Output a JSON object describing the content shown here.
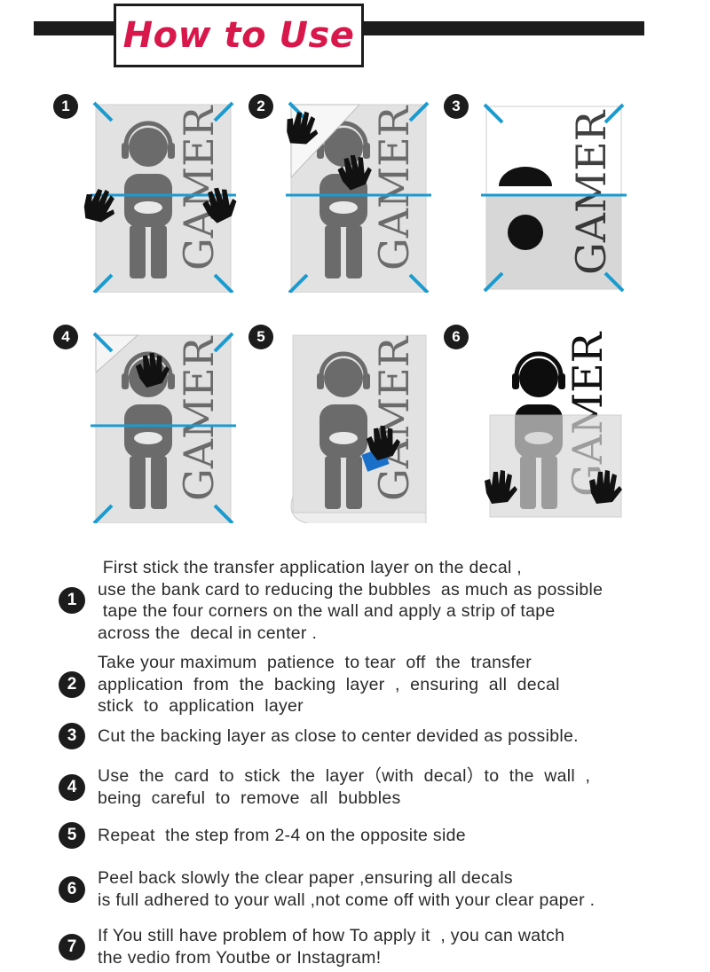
{
  "header": {
    "title": "How to Use"
  },
  "steps": [
    {
      "number": "1",
      "decal_text": "GAMER"
    },
    {
      "number": "2",
      "decal_text": "GAMER"
    },
    {
      "number": "3",
      "decal_text": "GAMER"
    },
    {
      "number": "4",
      "decal_text": "GAMER"
    },
    {
      "number": "5",
      "decal_text": "GAMER"
    },
    {
      "number": "6",
      "decal_text": "GAMER"
    }
  ],
  "instructions": [
    {
      "number": "1",
      "text": " First stick the transfer application layer on the decal ,\nuse the bank card to reducing the bubbles  as much as possible\n tape the four corners on the wall and apply a strip of tape\nacross the  decal in center ."
    },
    {
      "number": "2",
      "text": "Take your maximum  patience  to tear  off  the  transfer\napplication  from  the  backing  layer  ,  ensuring  all  decal\nstick  to  application  layer"
    },
    {
      "number": "3",
      "text": "Cut the backing layer as close to center devided as possible."
    },
    {
      "number": "4",
      "text": "Use  the  card  to  stick  the  layer（with  decal）to  the  wall  ,\nbeing  careful  to  remove  all  bubbles"
    },
    {
      "number": "5",
      "text": "Repeat  the step from 2-4 on the opposite side"
    },
    {
      "number": "6",
      "text": "Peel back slowly the clear paper ,ensuring all decals\nis full adhered to your wall ,not come off with your clear paper ."
    },
    {
      "number": "7",
      "text": "If You still have problem of how To apply it  , you can watch\nthe vedio from Youtbe or Instagram!"
    }
  ],
  "colors": {
    "title": "#d8174b",
    "tape": "#1a9bd0",
    "figure": "#6b6b6b",
    "dark": "#1c1c1c"
  }
}
